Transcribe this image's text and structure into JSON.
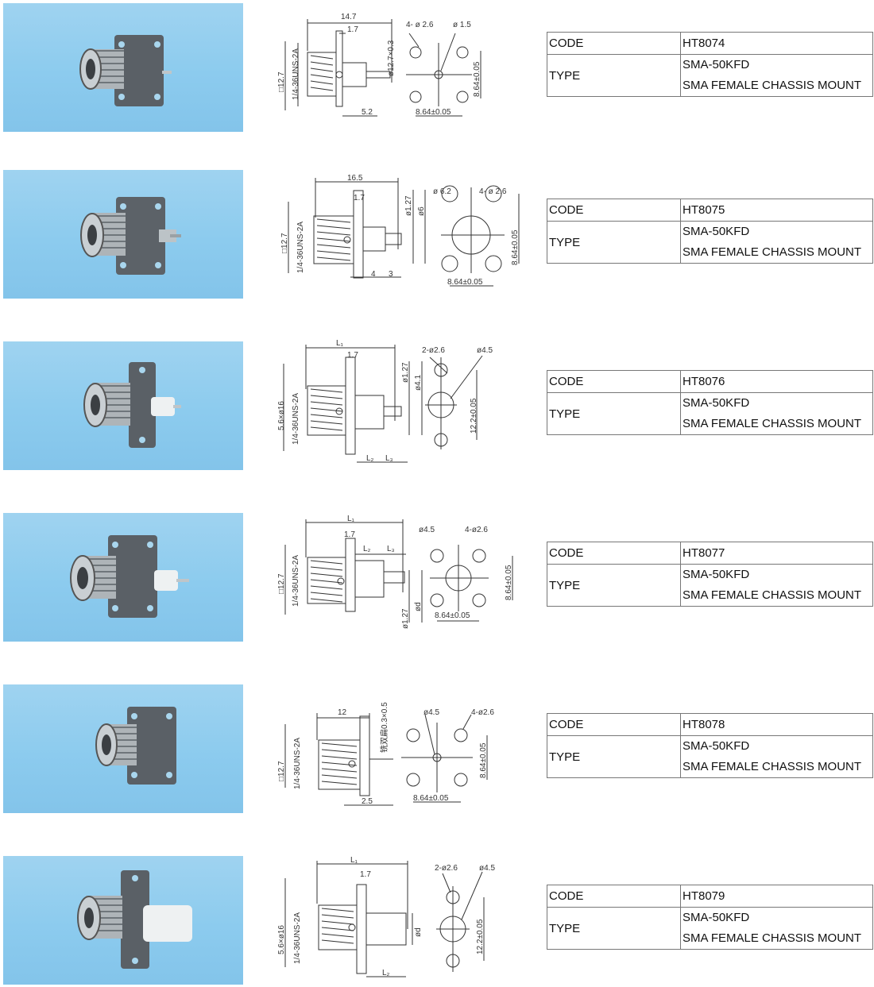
{
  "products": [
    {
      "code_label": "CODE",
      "code": "HT8074",
      "type_label": "TYPE",
      "type_lines": [
        "SMA-50KFD",
        "SMA FEMALE CHASSIS MOUNT"
      ],
      "dims": [
        "14.7",
        "1.7",
        "ø12.7×0.3",
        "4- ø 2.6",
        "ø 1.5",
        "□12.7",
        "1/4-36UNS-2A",
        "5.2",
        "8.64±0.05",
        "8.64±0.05"
      ]
    },
    {
      "code_label": "CODE",
      "code": "HT8075",
      "type_label": "TYPE",
      "type_lines": [
        "SMA-50KFD",
        "SMA FEMALE CHASSIS MOUNT"
      ],
      "dims": [
        "16.5",
        "1.7",
        "ø1.27",
        "ø6",
        "ø 6.2",
        "4- ø 2.6",
        "□12.7",
        "1/4-36UNS-2A",
        "4",
        "3",
        "8.64±0.05",
        "8.64±0.05"
      ]
    },
    {
      "code_label": "CODE",
      "code": "HT8076",
      "type_label": "TYPE",
      "type_lines": [
        "SMA-50KFD",
        "SMA FEMALE CHASSIS MOUNT"
      ],
      "dims": [
        "L₁",
        "1.7",
        "ø1.27",
        "ø4.1",
        "2-ø2.6",
        "ø4.5",
        "5.6×ø16",
        "1/4-36UNS-2A",
        "L₂",
        "L₃",
        "12.2±0.05"
      ]
    },
    {
      "code_label": "CODE",
      "code": "HT8077",
      "type_label": "TYPE",
      "type_lines": [
        "SMA-50KFD",
        "SMA FEMALE CHASSIS MOUNT"
      ],
      "dims": [
        "L₁",
        "1.7",
        "L₂",
        "L₃",
        "ø4.5",
        "4-ø2.6",
        "□12.7",
        "1/4-36UNS-2A",
        "ød",
        "ø1.27",
        "8.64±0.05",
        "8.64±0.05"
      ]
    },
    {
      "code_label": "CODE",
      "code": "HT8078",
      "type_label": "TYPE",
      "type_lines": [
        "SMA-50KFD",
        "SMA FEMALE CHASSIS MOUNT"
      ],
      "dims": [
        "12",
        "铣双扁0.3×0.5",
        "ø4.5",
        "4-ø2.6",
        "□12.7",
        "1/4-36UNS-2A",
        "2.5",
        "8.64±0.05",
        "8.64±0.05"
      ]
    },
    {
      "code_label": "CODE",
      "code": "HT8079",
      "type_label": "TYPE",
      "type_lines": [
        "SMA-50KFD",
        "SMA FEMALE CHASSIS MOUNT"
      ],
      "dims": [
        "L₁",
        "1.7",
        "2-ø2.6",
        "ø4.5",
        "5.6×ø16",
        "1/4-36UNS-2A",
        "ød",
        "L₂",
        "12.2±0.05"
      ]
    }
  ]
}
